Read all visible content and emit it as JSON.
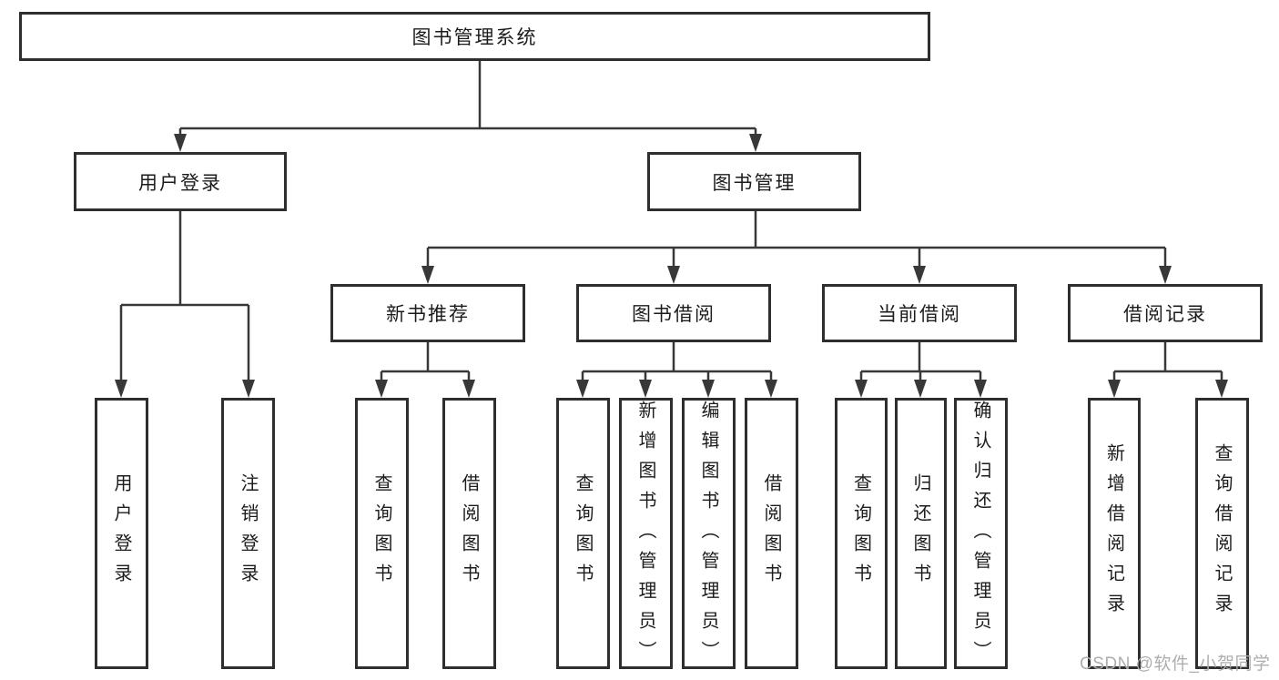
{
  "diagram": {
    "type": "hierarchy-flowchart",
    "colors": {
      "background": "#ffffff",
      "box_border": "#2e2e2e",
      "line": "#383838",
      "text": "#1c1c1c",
      "watermark": "#aeaeae"
    },
    "nodes": {
      "root": {
        "label": "图书管理系统"
      },
      "userLogin": {
        "label": "用户登录"
      },
      "bookMgmt": {
        "label": "图书管理"
      },
      "loginLeaf": {
        "label": "用户登录"
      },
      "logoutLeaf": {
        "label": "注销登录"
      },
      "newRec": {
        "label": "新书推荐"
      },
      "bookBorrow": {
        "label": "图书借阅"
      },
      "currentBorrow": {
        "label": "当前借阅"
      },
      "borrowRecords": {
        "label": "借阅记录"
      },
      "recQuery": {
        "label": "查询图书"
      },
      "recBorrow": {
        "label": "借阅图书"
      },
      "bbQuery": {
        "label": "查询图书"
      },
      "bbAdd": {
        "label": "新增图书（管理员）"
      },
      "bbEdit": {
        "label": "编辑图书（管理员）"
      },
      "bbBorrow": {
        "label": "借阅图书"
      },
      "cbQuery": {
        "label": "查询图书"
      },
      "cbReturn": {
        "label": "归还图书"
      },
      "cbConfirm": {
        "label": "确认归还（管理员）"
      },
      "brAdd": {
        "label": "新增借阅记录"
      },
      "brQuery": {
        "label": "查询借阅记录"
      }
    },
    "hierarchy": {
      "图书管理系统": {
        "用户登录": [
          "用户登录",
          "注销登录"
        ],
        "图书管理": {
          "新书推荐": [
            "查询图书",
            "借阅图书"
          ],
          "图书借阅": [
            "查询图书",
            "新增图书（管理员）",
            "编辑图书（管理员）",
            "借阅图书"
          ],
          "当前借阅": [
            "查询图书",
            "归还图书",
            "确认归还（管理员）"
          ],
          "借阅记录": [
            "新增借阅记录",
            "查询借阅记录"
          ]
        }
      }
    },
    "watermark": "CSDN @软件_小贺同学"
  }
}
